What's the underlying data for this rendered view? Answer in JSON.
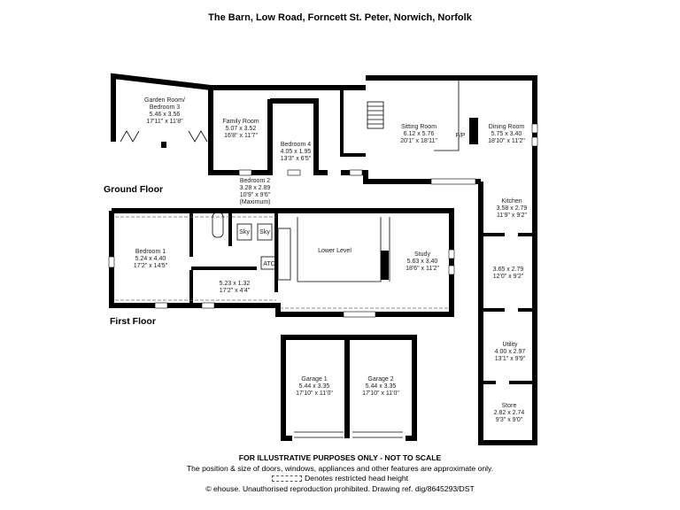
{
  "title": "The Barn, Low Road, Forncett St. Peter, Norwich, Norfolk",
  "floors": {
    "ground": "Ground Floor",
    "first": "First Floor"
  },
  "rooms": {
    "garden_room": [
      "Garden Room/",
      "Bedroom 3",
      "5.46 x 3.56",
      "17'11\" x 11'8\""
    ],
    "family_room": [
      "Family Room",
      "5.07 x 3.52",
      "16'8\" x 11'7\""
    ],
    "bedroom4": [
      "Bedroom 4",
      "4.05 x 1.95",
      "13'3\" x 6'5\""
    ],
    "bedroom2": [
      "Bedroom 2",
      "3.28 x 2.89",
      "10'9\" x 9'6\"",
      "(Maximum)"
    ],
    "sitting_room": [
      "Sitting Room",
      "6.12 x 5.76",
      "20'1\" x 18'11\""
    ],
    "fireplace": "F/P",
    "dining_room": [
      "Dining Room",
      "5.75 x 3.40",
      "18'10\" x 11'2\""
    ],
    "kitchen": [
      "Kitchen",
      "3.58 x 2.79",
      "11'9\" x 9'2\""
    ],
    "annex_room": [
      "3.65 x 2.79",
      "12'0\" x 9'2\""
    ],
    "utility": [
      "Utility",
      "4.00 x 2.97",
      "13'1\" x 9'9\""
    ],
    "store": [
      "Store",
      "2.82 x 2.74",
      "9'3\" x 9'0\""
    ],
    "bedroom1": [
      "Bedroom 1",
      "5.24 x 4.40",
      "17'2\" x 14'5\""
    ],
    "landing": [
      "5.23 x 1.32",
      "17'2\" x 4'4\""
    ],
    "sky": "Sky",
    "atc": "ATC",
    "lower_level": "Lower Level",
    "study": [
      "Study",
      "5.63 x 3.40",
      "18'6\" x 11'2\""
    ],
    "garage1": [
      "Garage 1",
      "5.44 x 3.35",
      "17'10\" x 11'0\""
    ],
    "garage2": [
      "Garage 2",
      "5.44 x 3.35",
      "17'10\" x 11'0\""
    ]
  },
  "footer": {
    "disclaimer": "FOR ILLUSTRATIVE PURPOSES ONLY - NOT TO SCALE",
    "note": "The position & size of doors, windows, appliances and other features are approximate only.",
    "legend": "Denotes restricted head height",
    "copyright": "© ehouse. Unauthorised reproduction prohibited. Drawing ref. dig/8645293/DST"
  }
}
